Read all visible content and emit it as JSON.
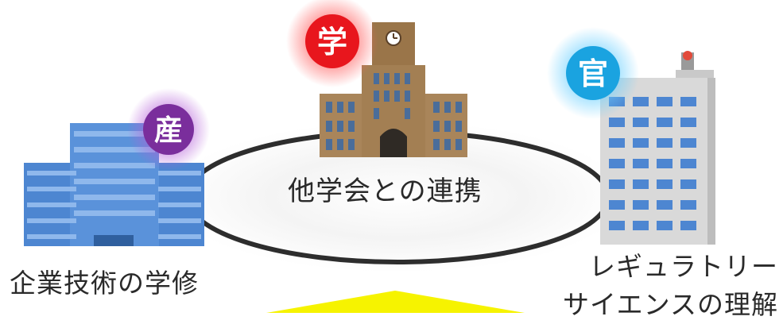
{
  "badges": {
    "industry": {
      "char": "産",
      "color": "#7a2e9c",
      "glow": "#b45fd8"
    },
    "academia": {
      "char": "学",
      "color": "#e8161d",
      "glow": "#ff5a5a"
    },
    "government": {
      "char": "官",
      "color": "#1aa3e0",
      "glow": "#6cd0ff"
    }
  },
  "labels": {
    "center": "他学会との連携",
    "left": "企業技術の学修",
    "right_line1": "レギュラトリー",
    "right_line2": "サイエンスの理解"
  },
  "colors": {
    "ring": "#2d2d2d",
    "industry_building": "#4d86d1",
    "university_building": "#a9855a",
    "government_building": "#d6d6d6",
    "arrow": "#f6f300"
  }
}
